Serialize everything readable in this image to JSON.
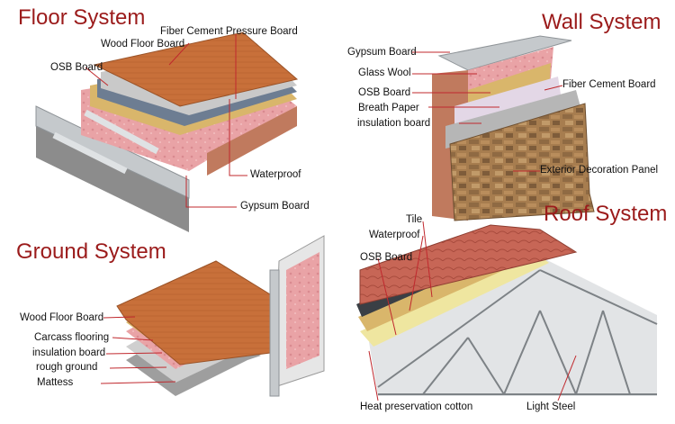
{
  "colors": {
    "title": "#9b1b1b",
    "leader": "#c0282d",
    "wood": "#c8703a",
    "osb": "#d9b66b",
    "insulation_pink": "#e9a3a6",
    "gypsum_grey": "#9a9a9a",
    "steel": "#bfc3c6",
    "stone": "#a77d4f",
    "waterproof_dark": "#3a3f45",
    "tile_red": "#c76656"
  },
  "floor_system": {
    "title": "Floor System",
    "labels": {
      "fiber_cement_pressure_board": "Fiber Cement Pressure Board",
      "wood_floor_board": "Wood Floor Board",
      "osb_board": "OSB Board",
      "waterproof": "Waterproof",
      "gypsum_board": "Gypsum Board"
    }
  },
  "wall_system": {
    "title": "Wall System",
    "labels": {
      "gypsum_board": "Gypsum Board",
      "glass_wool": "Glass Wool",
      "osb_board": "OSB Board",
      "breath_paper": "Breath Paper",
      "insulation_board": "insulation board",
      "fiber_cement_board": "Fiber Cement Board",
      "exterior_decoration_panel": "Exterior Decoration Panel"
    }
  },
  "ground_system": {
    "title": "Ground System",
    "labels": {
      "wood_floor_board": "Wood Floor Board",
      "carcass_flooring": "Carcass flooring",
      "insulation_board": "insulation board",
      "rough_ground": "rough ground",
      "mattess": "Mattess"
    }
  },
  "roof_system": {
    "title": "Roof System",
    "labels": {
      "tile": "Tile",
      "waterproof": "Waterproof",
      "osb_board": "OSB Board",
      "heat_preservation_cotton": "Heat preservation cotton",
      "light_steel": "Light Steel"
    }
  }
}
